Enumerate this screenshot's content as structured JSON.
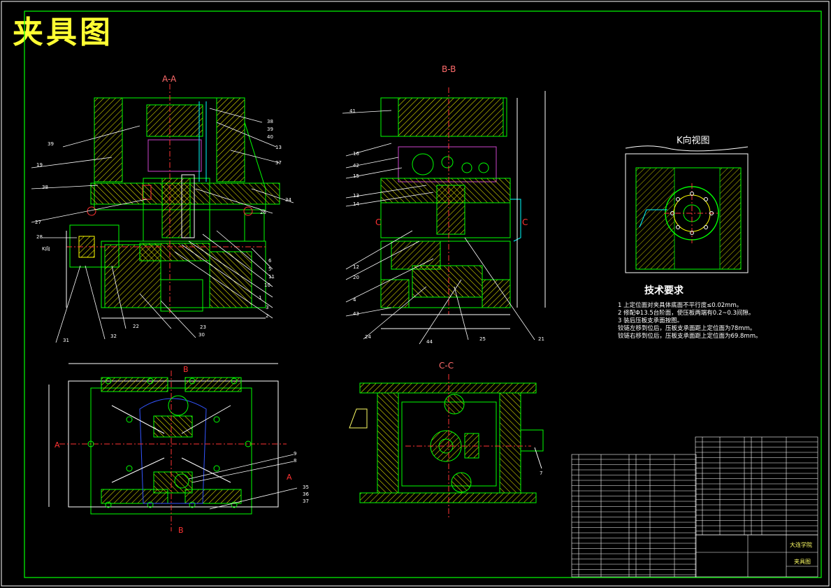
{
  "drawing": {
    "title": "夹具图",
    "views": {
      "aa": "A-A",
      "bb": "B-B",
      "cc": "C-C",
      "k": "K向视图"
    },
    "section_marks": [
      "A",
      "A",
      "B",
      "B",
      "C",
      "C",
      "K向"
    ],
    "tech_requirements": {
      "heading": "技术要求",
      "items": [
        "1 上定位面对夹具体底面不平行度≤0.02mm。",
        "2 修配Φ13.5台阶面，使压板两端有0.2~0.3间隙。",
        "3 装后压板支承面按图。",
        "铰链左移到位后，压板支承面距上定位面为78mm。",
        "铰链右移到位后，压板支承面距上定位面为69.8mm。"
      ]
    },
    "balloons_aa": [
      "39",
      "19",
      "38",
      "27",
      "28",
      "K向",
      "31",
      "32",
      "22",
      "23",
      "30",
      "2",
      "3",
      "1",
      "10",
      "11",
      "5",
      "6",
      "26",
      "34",
      "37",
      "13",
      "40",
      "39",
      "38"
    ],
    "balloons_bb": [
      "41",
      "16",
      "42",
      "15",
      "13",
      "14",
      "12",
      "20",
      "4",
      "43",
      "24",
      "44",
      "25",
      "21"
    ],
    "balloons_plan": [
      "9",
      "8",
      "35",
      "36",
      "37",
      "A",
      "A"
    ],
    "balloons_cc": [
      "7"
    ],
    "title_block": {
      "school": "大连学院",
      "drawing_name": "夹具图"
    }
  }
}
